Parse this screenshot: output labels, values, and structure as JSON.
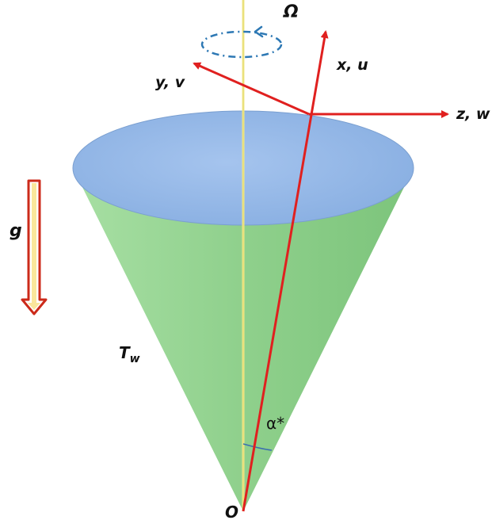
{
  "labels": {
    "omega": "Ω",
    "x_axis": "x, u",
    "y_axis": "y, v",
    "z_axis": "z, w",
    "gravity": "g",
    "wall_temp_main": "T",
    "wall_temp_sub": "w",
    "angle": "α*",
    "origin": "O"
  },
  "colors": {
    "cone_side": "#8fd48f",
    "cone_top": "#8fb4e6",
    "axis_line": "#f5ee9a",
    "vectors": "#e0201f",
    "rotation_marker": "#2d78b4",
    "gravity_arrow_fill": "#ffffff",
    "gravity_arrow_stroke": "#cc2a1a"
  }
}
